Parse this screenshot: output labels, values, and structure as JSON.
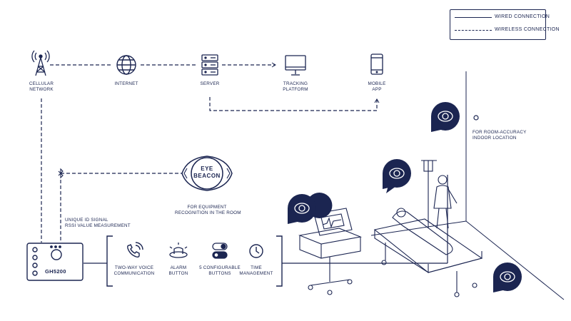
{
  "legend": {
    "wired": "WIRED CONNECTION",
    "wireless": "WIRELESS CONNECTION"
  },
  "nodes": {
    "cellular": {
      "line1": "CELLULAR",
      "line2": "NETWORK",
      "icon": "cell-tower-icon"
    },
    "internet": {
      "line1": "INTERNET",
      "icon": "globe-icon"
    },
    "server": {
      "line1": "SERVER",
      "icon": "server-icon"
    },
    "tracking": {
      "line1": "TRACKING",
      "line2": "PLATFORM",
      "icon": "monitor-icon"
    },
    "mobile": {
      "line1": "MOBILE",
      "line2": "APP",
      "icon": "smartphone-icon"
    }
  },
  "beacon": {
    "line1": "EYE",
    "line2": "BEACON",
    "caption1": "FOR EQUIPMENT",
    "caption2": "RECOGNITION IN THE ROOM"
  },
  "room_locator": {
    "caption1": "FOR ROOM-ACCURACY",
    "caption2": "INDOOR LOCATION"
  },
  "signal_note": {
    "line1": "UNIQUE ID SIGNAL",
    "line2": "RSSI VALUE MEASUREMENT"
  },
  "device": {
    "name": "GH5200"
  },
  "features": [
    {
      "line1": "TWO-WAY VOICE",
      "line2": "COMMUNICATION",
      "icon": "phone-icon"
    },
    {
      "line1": "ALARM",
      "line2": "BUTTON",
      "icon": "alarm-button-icon"
    },
    {
      "line1": "5 CONFIGURABLE",
      "line2": "BUTTONS",
      "icon": "toggle-icon"
    },
    {
      "line1": "TIME",
      "line2": "MANAGEMENT",
      "icon": "clock-icon"
    }
  ],
  "colors": {
    "navy": "#1b2551",
    "line": "#1b2551"
  }
}
